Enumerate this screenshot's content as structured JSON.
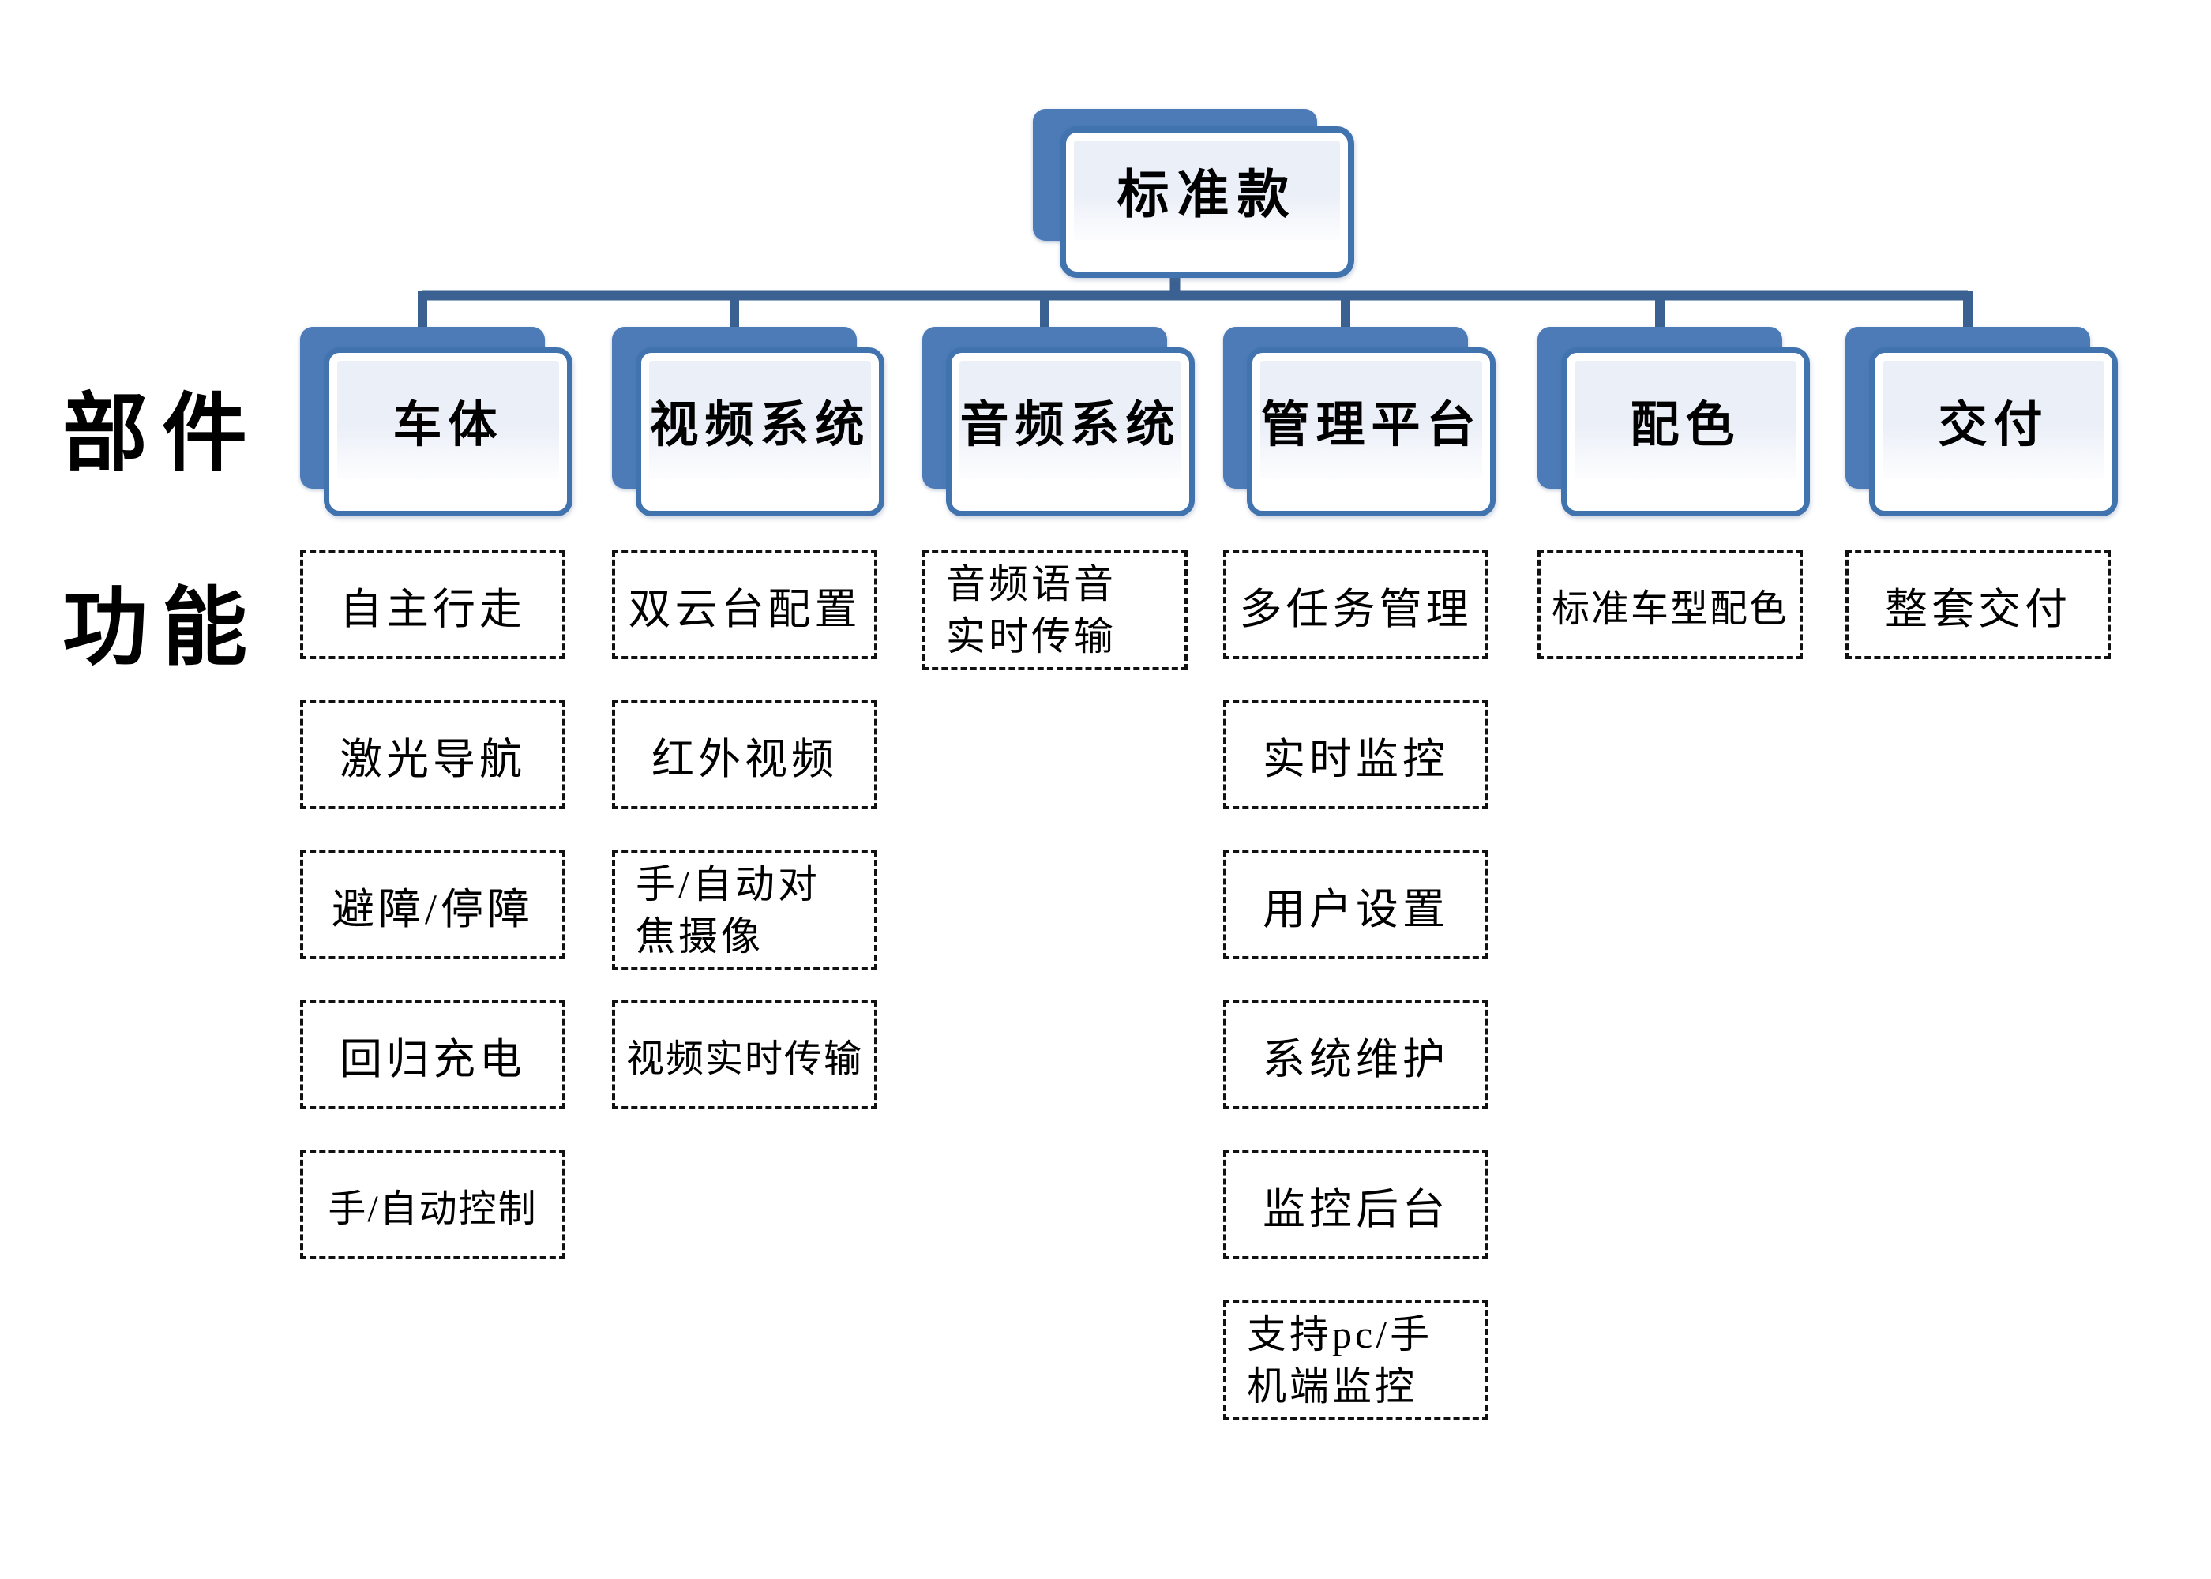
{
  "diagram": {
    "root": {
      "label": "标准款"
    },
    "row_labels": {
      "components": "部件",
      "functions": "功能"
    },
    "branches": [
      {
        "label": "车体",
        "functions": [
          "自主行走",
          "激光导航",
          "避障/停障",
          "回归充电",
          "手/自动控制"
        ]
      },
      {
        "label": "视频系统",
        "functions": [
          "双云台配置",
          "红外视频",
          "手/自动对\n焦摄像",
          "视频实时传输"
        ]
      },
      {
        "label": "音频系统",
        "functions": [
          "音频语音\n实时传输"
        ]
      },
      {
        "label": "管理平台",
        "functions": [
          "多任务管理",
          "实时监控",
          "用户设置",
          "系统维护",
          "监控后台",
          "支持pc/手\n机端监控"
        ]
      },
      {
        "label": "配色",
        "functions": [
          "标准车型配色"
        ]
      },
      {
        "label": "交付",
        "functions": [
          "整套交付"
        ]
      }
    ],
    "colors": {
      "card_back": "#4c7bb8",
      "card_border": "#4173ae",
      "card_inner": "#ebeff7",
      "connector": "#3a6191",
      "dash_border": "#111111",
      "text": "#000000"
    }
  }
}
